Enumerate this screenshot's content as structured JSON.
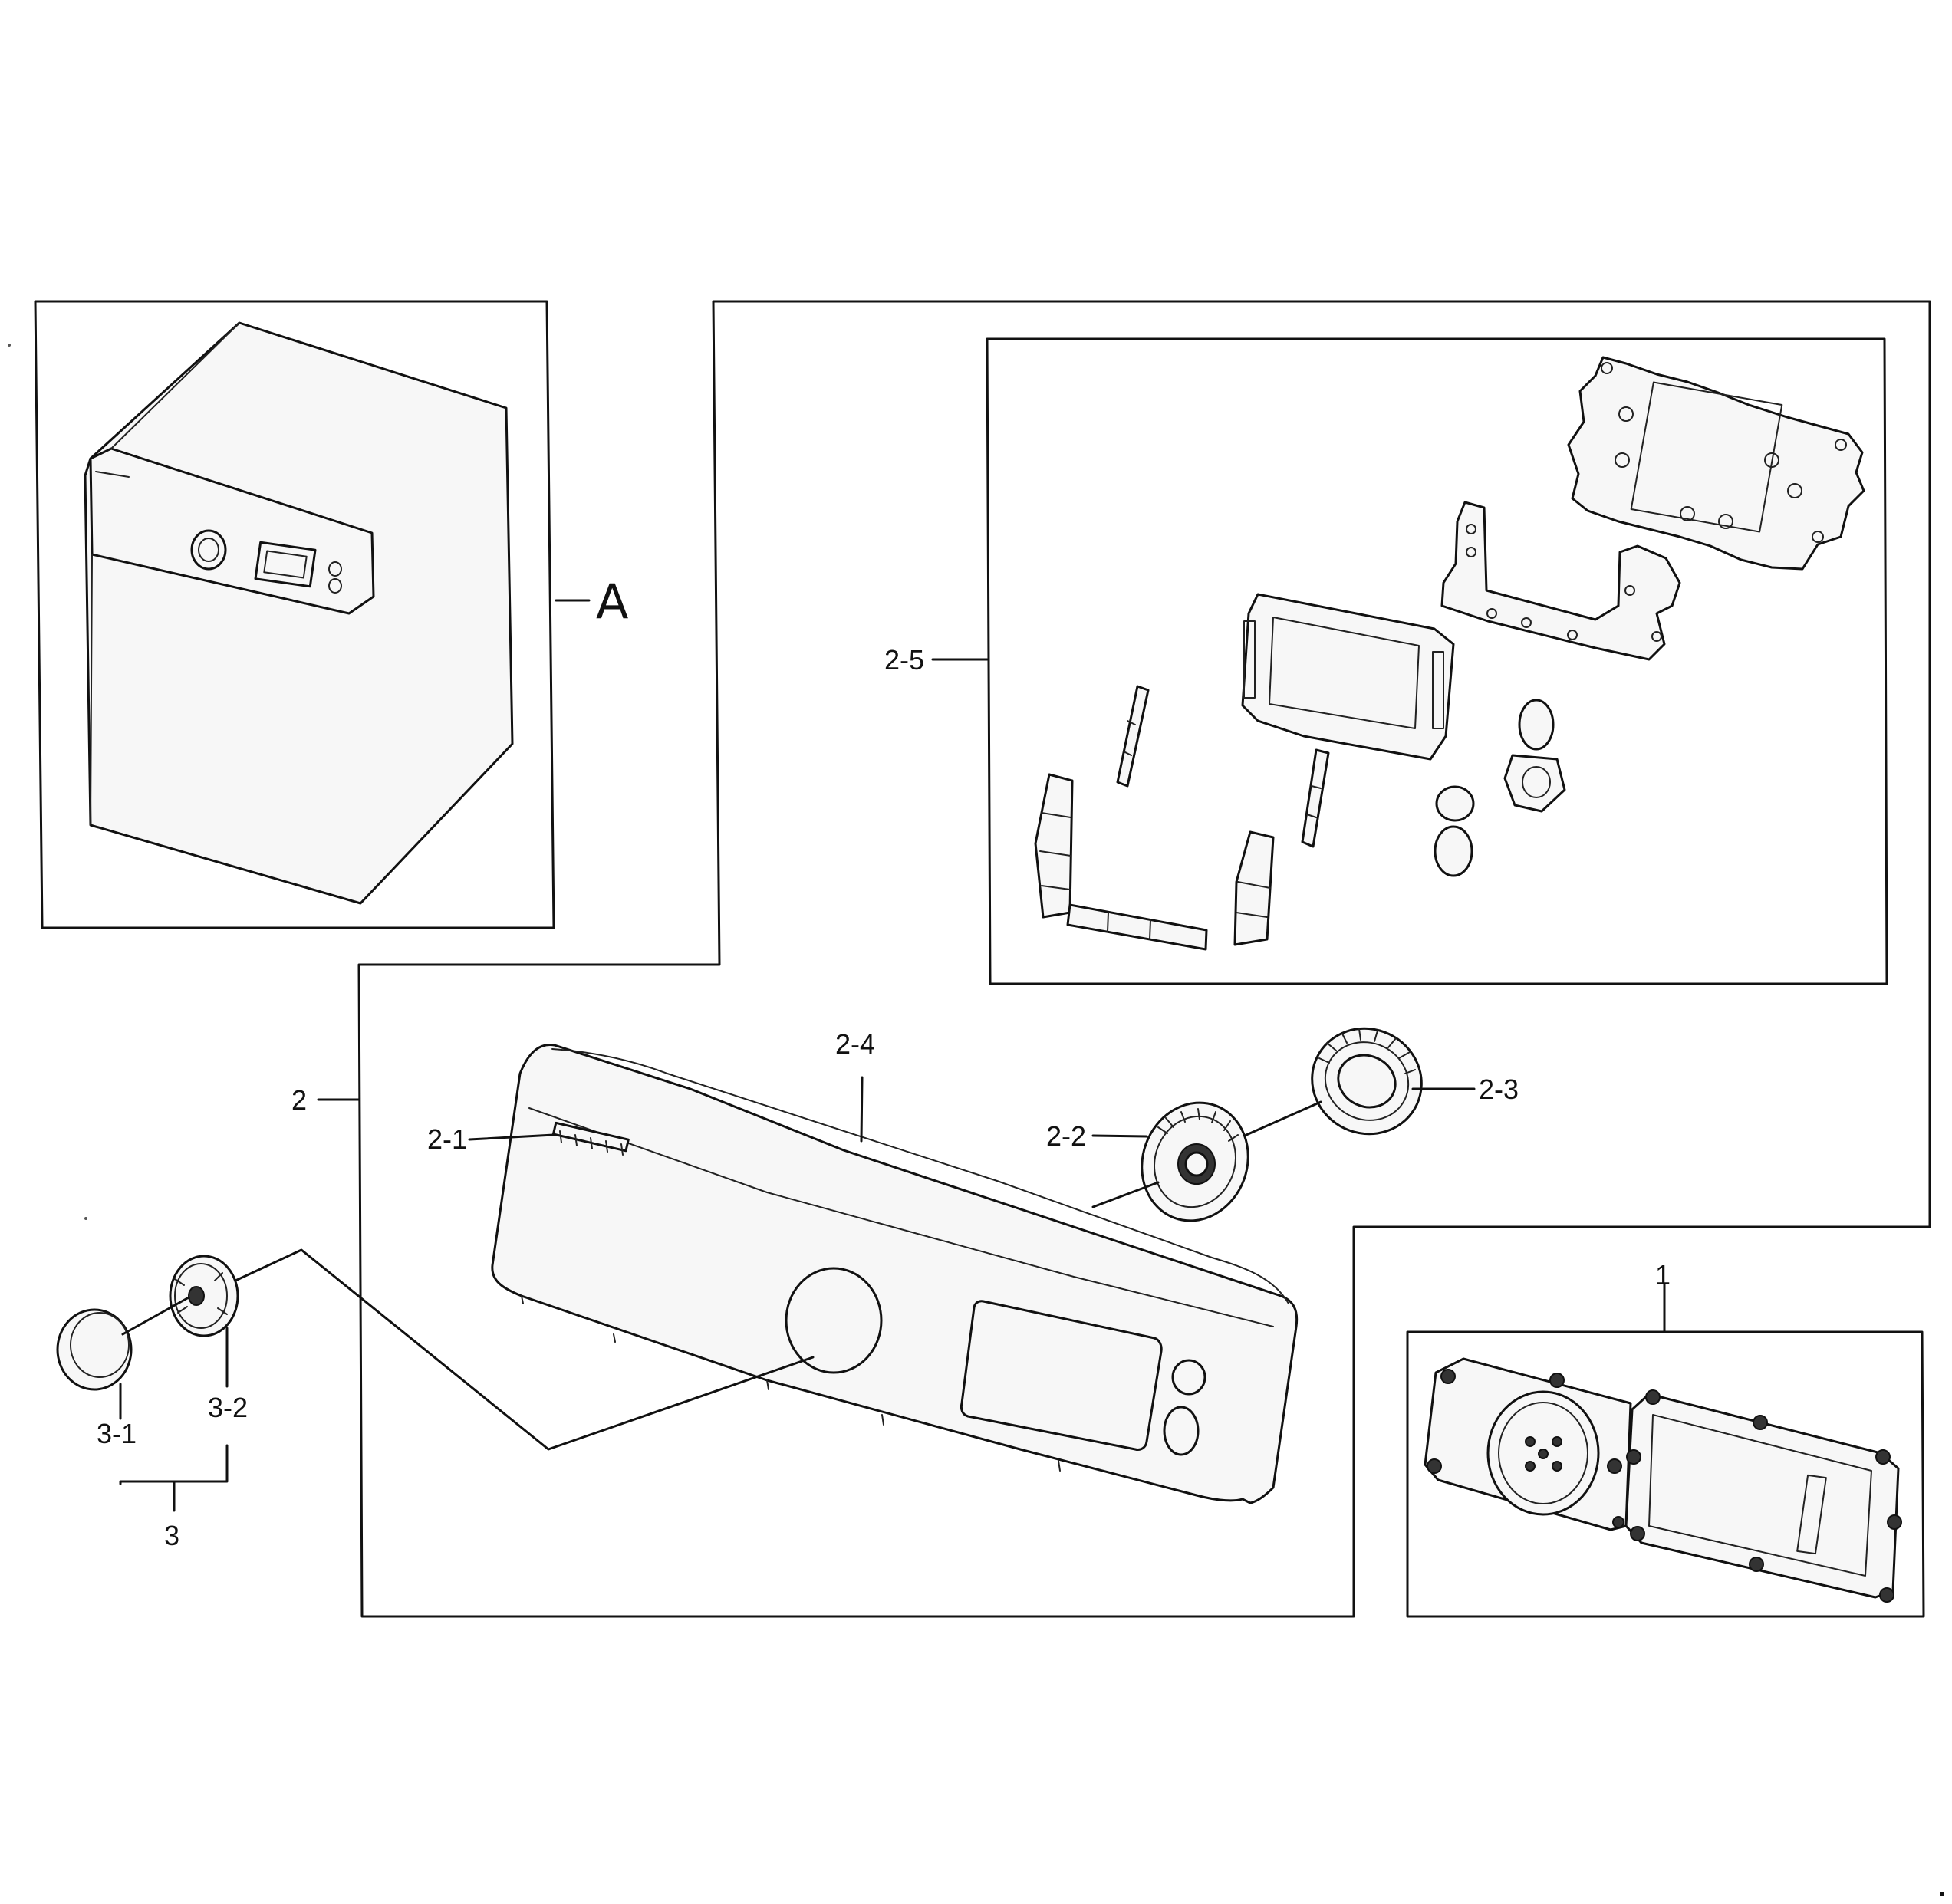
{
  "labels": {
    "A": "A",
    "p1": "1",
    "p2": "2",
    "p2_1": "2-1",
    "p2_2": "2-2",
    "p2_3": "2-3",
    "p2_4": "2-4",
    "p2_5": "2-5",
    "p3": "3",
    "p3_1": "3-1",
    "p3_2": "3-2"
  }
}
